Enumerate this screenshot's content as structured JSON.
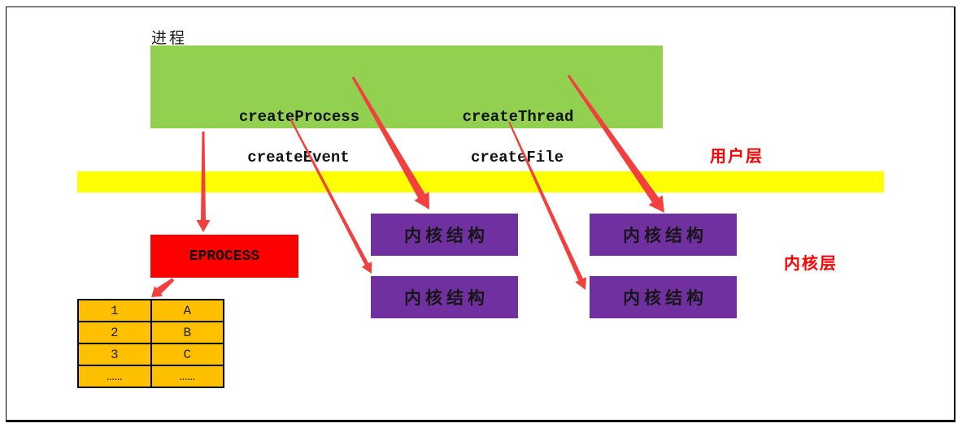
{
  "labels": {
    "process": "进程",
    "user_layer": "用户层",
    "kernel_layer": "内核层"
  },
  "user_box": {
    "apis": [
      {
        "label": "createProcess"
      },
      {
        "label": "createThread"
      },
      {
        "label": "createEvent"
      },
      {
        "label": "createFile"
      }
    ]
  },
  "kernel": {
    "eprocess_label": "EPROCESS",
    "struct_boxes": [
      {
        "label": "内核结构"
      },
      {
        "label": "内核结构"
      },
      {
        "label": "内核结构"
      },
      {
        "label": "内核结构"
      }
    ],
    "handle_table": {
      "rows": [
        [
          "1",
          "A"
        ],
        [
          "2",
          "B"
        ],
        [
          "3",
          "C"
        ],
        [
          "……",
          "……"
        ]
      ]
    }
  },
  "colors": {
    "user_box_green": "#92d050",
    "layer_band_yellow": "#ffff00",
    "eprocess_red": "#ff0000",
    "kernel_struct_purple": "#7030a0",
    "handle_table_orange": "#ffc000",
    "arrow_red": "#f2403e",
    "layer_label_red": "#ff0000"
  }
}
